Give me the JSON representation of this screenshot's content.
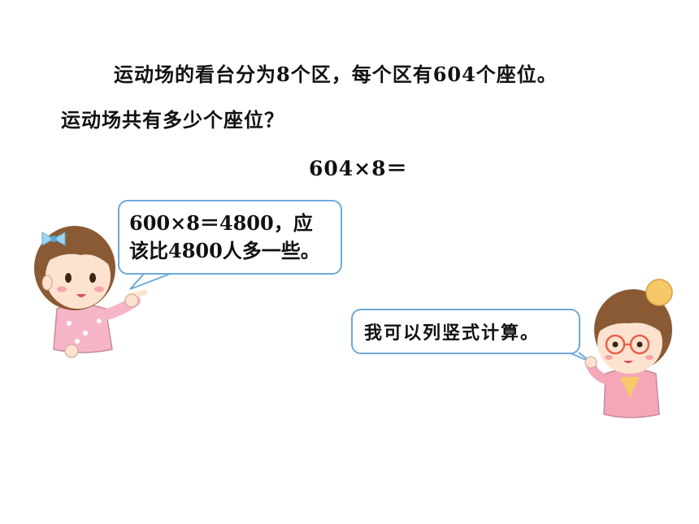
{
  "problem": {
    "line1": "运动场的看台分为8个区，每个区有604个座位。",
    "line2": "运动场共有多少个座位？",
    "equation": "604×8＝"
  },
  "speech": {
    "girl": [
      "600×8＝4800，应",
      "该比4800人多一些。"
    ],
    "boy": "我可以列竖式计算。"
  },
  "colors": {
    "bubble_border": "#6fa9d8",
    "skin": "#fde3cf",
    "hair": "#8a5a34",
    "girl_shirt": "#f7b6c8",
    "boy_shirt": "#f5a7b8",
    "glasses": "#e8604c"
  }
}
